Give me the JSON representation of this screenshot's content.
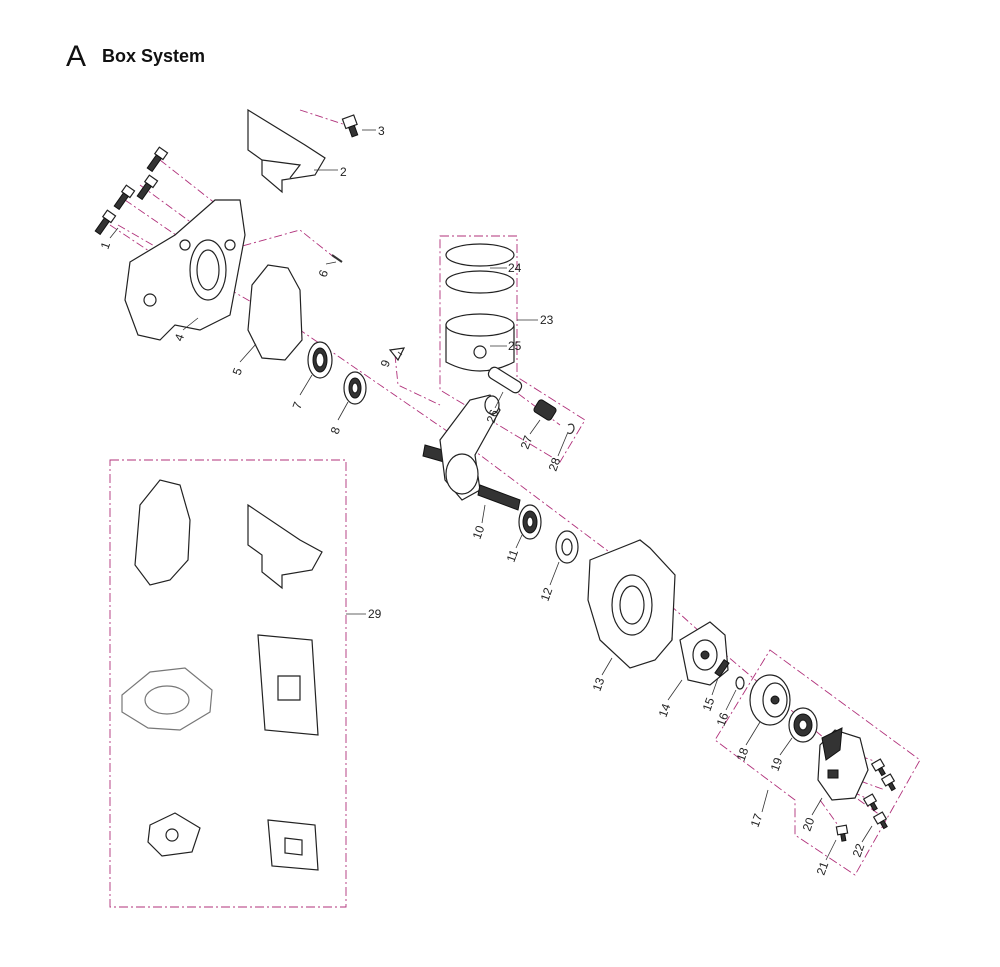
{
  "title": {
    "letter": "A",
    "text": "Box System"
  },
  "callouts": [
    "1",
    "2",
    "3",
    "4",
    "5",
    "6",
    "7",
    "8",
    "9",
    "10",
    "11",
    "12",
    "13",
    "14",
    "15",
    "16",
    "17",
    "18",
    "19",
    "20",
    "21",
    "22",
    "23",
    "24",
    "25",
    "26",
    "27",
    "28",
    "29"
  ],
  "colors": {
    "axis_lines": "#b0307a",
    "part_lines": "#222222",
    "background": "#ffffff"
  }
}
